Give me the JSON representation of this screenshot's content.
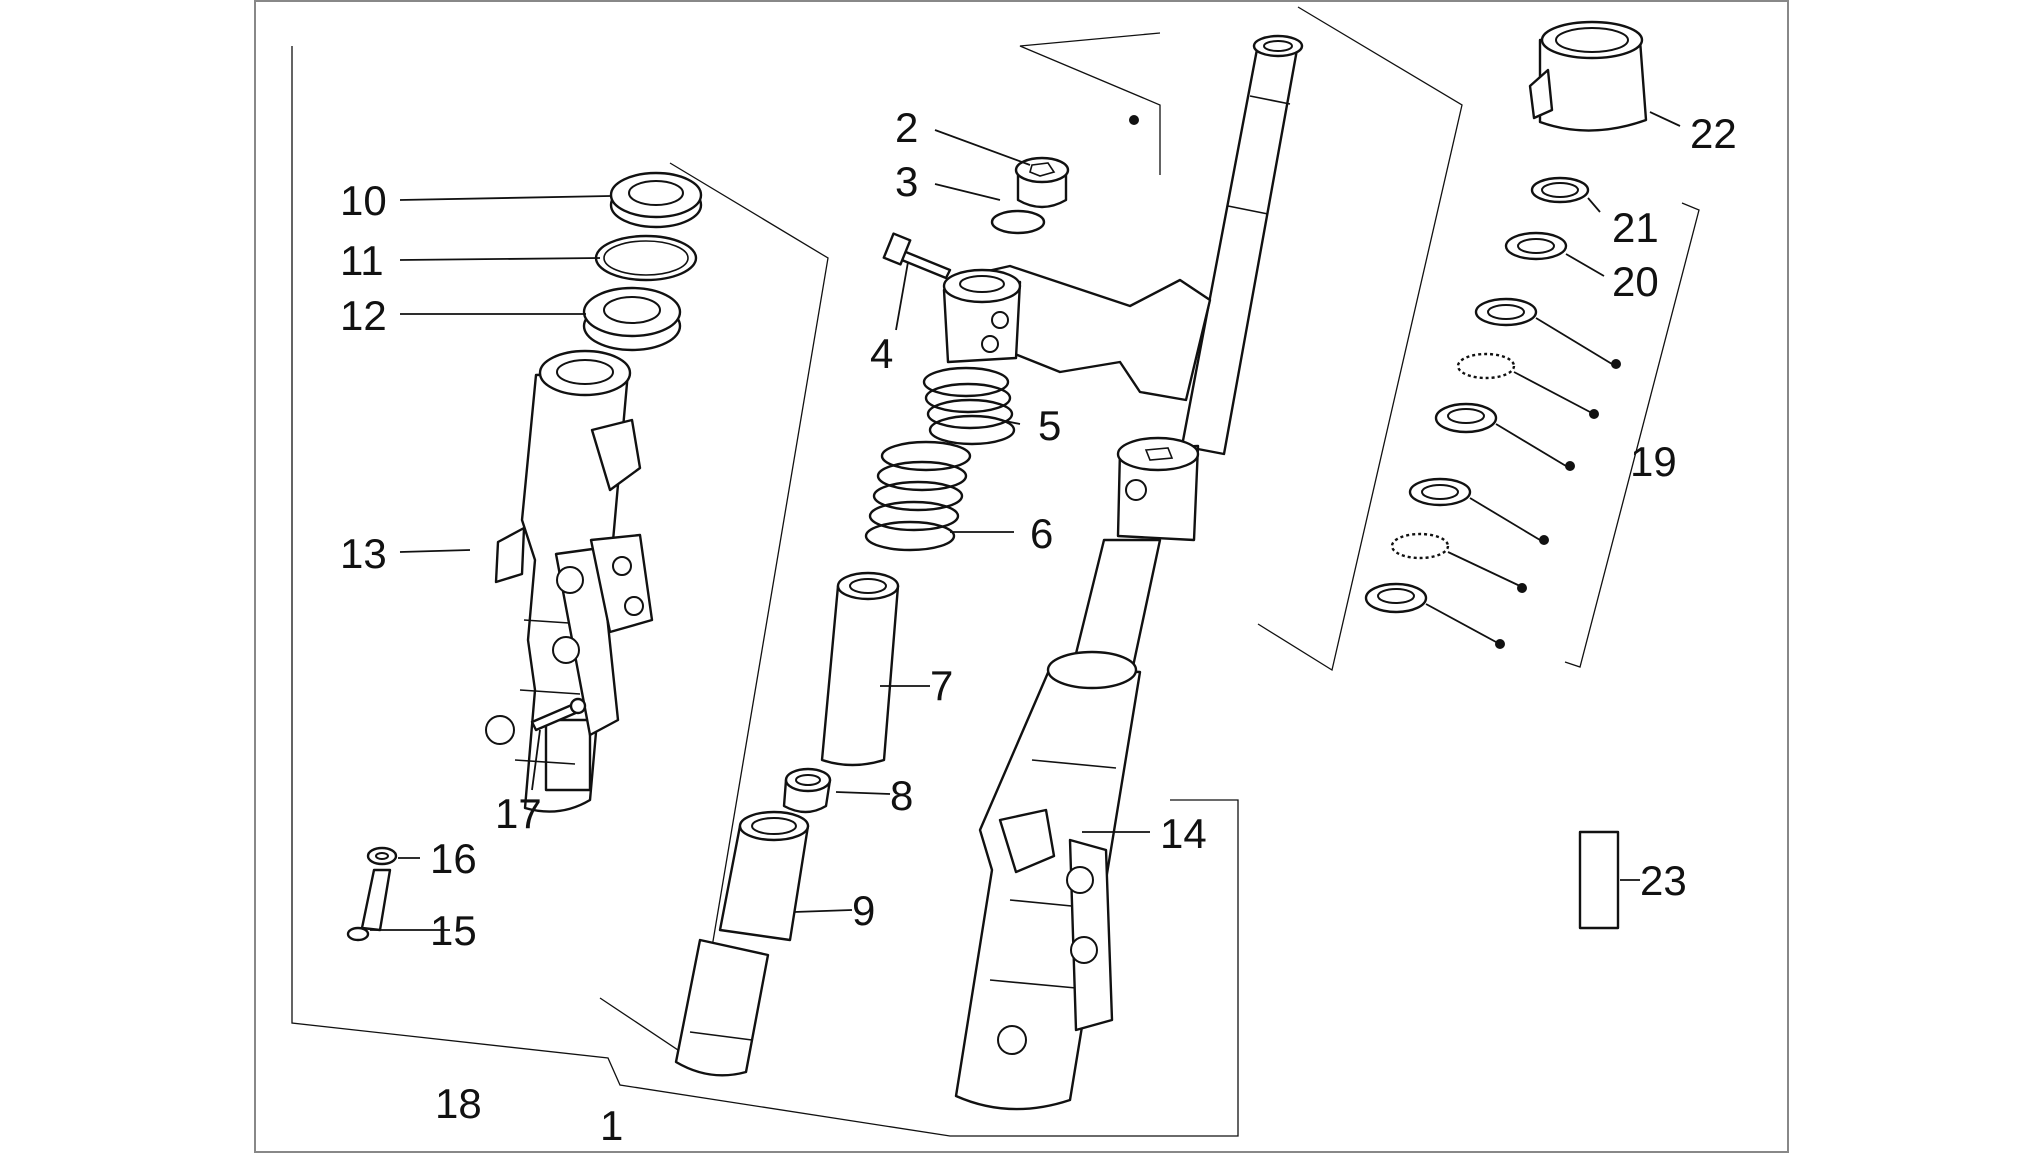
{
  "callouts": [
    {
      "id": "1",
      "label": "1"
    },
    {
      "id": "2",
      "label": "2"
    },
    {
      "id": "3",
      "label": "3"
    },
    {
      "id": "4",
      "label": "4"
    },
    {
      "id": "5",
      "label": "5"
    },
    {
      "id": "6",
      "label": "6"
    },
    {
      "id": "7",
      "label": "7"
    },
    {
      "id": "8",
      "label": "8"
    },
    {
      "id": "9",
      "label": "9"
    },
    {
      "id": "10",
      "label": "10"
    },
    {
      "id": "11",
      "label": "11"
    },
    {
      "id": "12",
      "label": "12"
    },
    {
      "id": "13",
      "label": "13"
    },
    {
      "id": "14",
      "label": "14"
    },
    {
      "id": "15",
      "label": "15"
    },
    {
      "id": "16",
      "label": "16"
    },
    {
      "id": "17",
      "label": "17"
    },
    {
      "id": "18",
      "label": "18"
    },
    {
      "id": "19",
      "label": "19"
    },
    {
      "id": "20",
      "label": "20"
    },
    {
      "id": "21",
      "label": "21"
    },
    {
      "id": "22",
      "label": "22"
    },
    {
      "id": "23",
      "label": "23"
    }
  ],
  "colors": {
    "line": "#111111",
    "frame": "#888888",
    "background": "#ffffff"
  }
}
